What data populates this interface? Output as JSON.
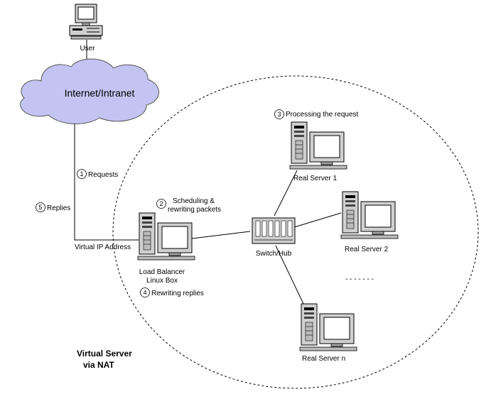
{
  "nodes": {
    "user": "User",
    "cloud": "Internet/Intranet",
    "load_balancer_line1": "Load Balancer",
    "load_balancer_line2": "Linux Box",
    "switch": "Switch/Hub",
    "server1": "Real Server 1",
    "server2": "Real Server 2",
    "servern": "Real Server n",
    "ellipsis": "- - - - - - -"
  },
  "labels": {
    "virtual_ip": "Virtual IP Address",
    "title_line1": "Virtual Server",
    "title_line2": "via NAT"
  },
  "steps": [
    {
      "num": "1",
      "text": "Requests"
    },
    {
      "num": "2",
      "text": "Scheduling &"
    },
    {
      "num": "3",
      "text": "Processing the request"
    },
    {
      "num": "4",
      "text": "Rewriting replies"
    },
    {
      "num": "5",
      "text": "Replies"
    }
  ],
  "step2_line2": "rewriting packets",
  "colors": {
    "cloud_fill": "#c4c4f2",
    "monitor_screen": "#ffffff",
    "device_gray": "#d0d0d0"
  }
}
